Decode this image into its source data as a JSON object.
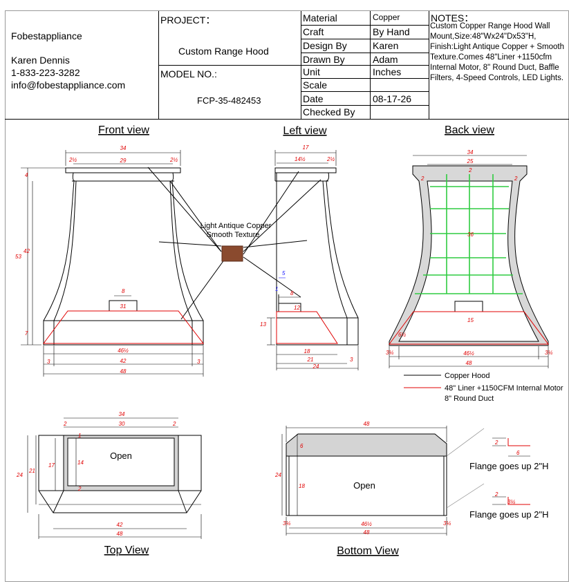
{
  "title_block": {
    "company": "Fobestappliance",
    "contact_name": "Karen Dennis",
    "phone": "1-833-223-3282",
    "email": "info@fobestappliance.com",
    "project_label": "PROJECT：",
    "project_value": "Custom Range Hood",
    "model_label": "MODEL NO.:",
    "model_value": "FCP-35-482453",
    "fields": [
      {
        "label": "Material",
        "value": "Copper"
      },
      {
        "label": "Craft",
        "value": "By Hand"
      },
      {
        "label": "Design By",
        "value": "Karen"
      },
      {
        "label": "Drawn By",
        "value": "Adam"
      },
      {
        "label": "Unit",
        "value": "Inches"
      },
      {
        "label": "Scale",
        "value": ""
      },
      {
        "label": "Date",
        "value": "08-17-26"
      },
      {
        "label": "Checked By",
        "value": ""
      }
    ],
    "notes_label": "NOTES：",
    "notes_text": "Custom Copper Range Hood Wall Mount,Size:48\"Wx24\"Dx53\"H, Finish:Light Antique Copper + Smooth Texture.Comes 48\"Liner +1150cfm Internal Motor, 8\" Round Duct, Baffle Filters, 4-Speed Controls, LED Lights."
  },
  "views": {
    "front": "Front view",
    "left": "Left view",
    "back": "Back view",
    "top": "Top View",
    "bottom": "Bottom View"
  },
  "finish_label": [
    "Light Antique Copper",
    "Smooth Texture"
  ],
  "swatch_color": "#8a4a2e",
  "open_label": "Open",
  "flange_label": "Flange goes up 2\"H",
  "legend": {
    "copper": "Copper Hood",
    "liner": "48\" Liner +1150CFM Internal Motor",
    "duct": "8\" Round Duct"
  },
  "dims": {
    "front": {
      "top_w": "34",
      "two_l": "2½",
      "inner": "29",
      "two_r": "2½",
      "h4": "4",
      "h42": "42",
      "h53": "53",
      "duct_w": "8",
      "duct_label": "31",
      "h7": "7",
      "w46": "46½",
      "w3l": "3",
      "w42": "42",
      "w3r": "3",
      "w48": "48"
    },
    "left": {
      "w17": "17",
      "w14": "14½",
      "w2": "2½",
      "v5": "5",
      "v1": "1",
      "w8": "8",
      "w12": "12",
      "h13": "13",
      "w18": "18",
      "w21": "21",
      "w3": "3",
      "w24": "24"
    },
    "back": {
      "w34": "34",
      "w25": "25",
      "c2": "2",
      "l2": "2",
      "r2": "2",
      "h36": "36",
      "h15": "15",
      "h6": "6½",
      "w3l": "3¼",
      "w46": "46½",
      "w3r": "3¼",
      "w48": "48"
    },
    "top": {
      "w34": "34",
      "l2": "2",
      "w30": "30",
      "r2": "2",
      "v1": "1",
      "h17": "17",
      "h14": "14",
      "h21": "21",
      "h24": "24",
      "b2": "2",
      "w42": "42",
      "w48": "48"
    },
    "bottom": {
      "w48": "48",
      "v6": "6",
      "h24": "24",
      "h18": "18",
      "l3": "3¼",
      "w46": "46½",
      "r3": "3¼",
      "w48b": "48",
      "f2a": "2",
      "f6": "6",
      "f2b": "2",
      "f3": "3¼"
    }
  }
}
